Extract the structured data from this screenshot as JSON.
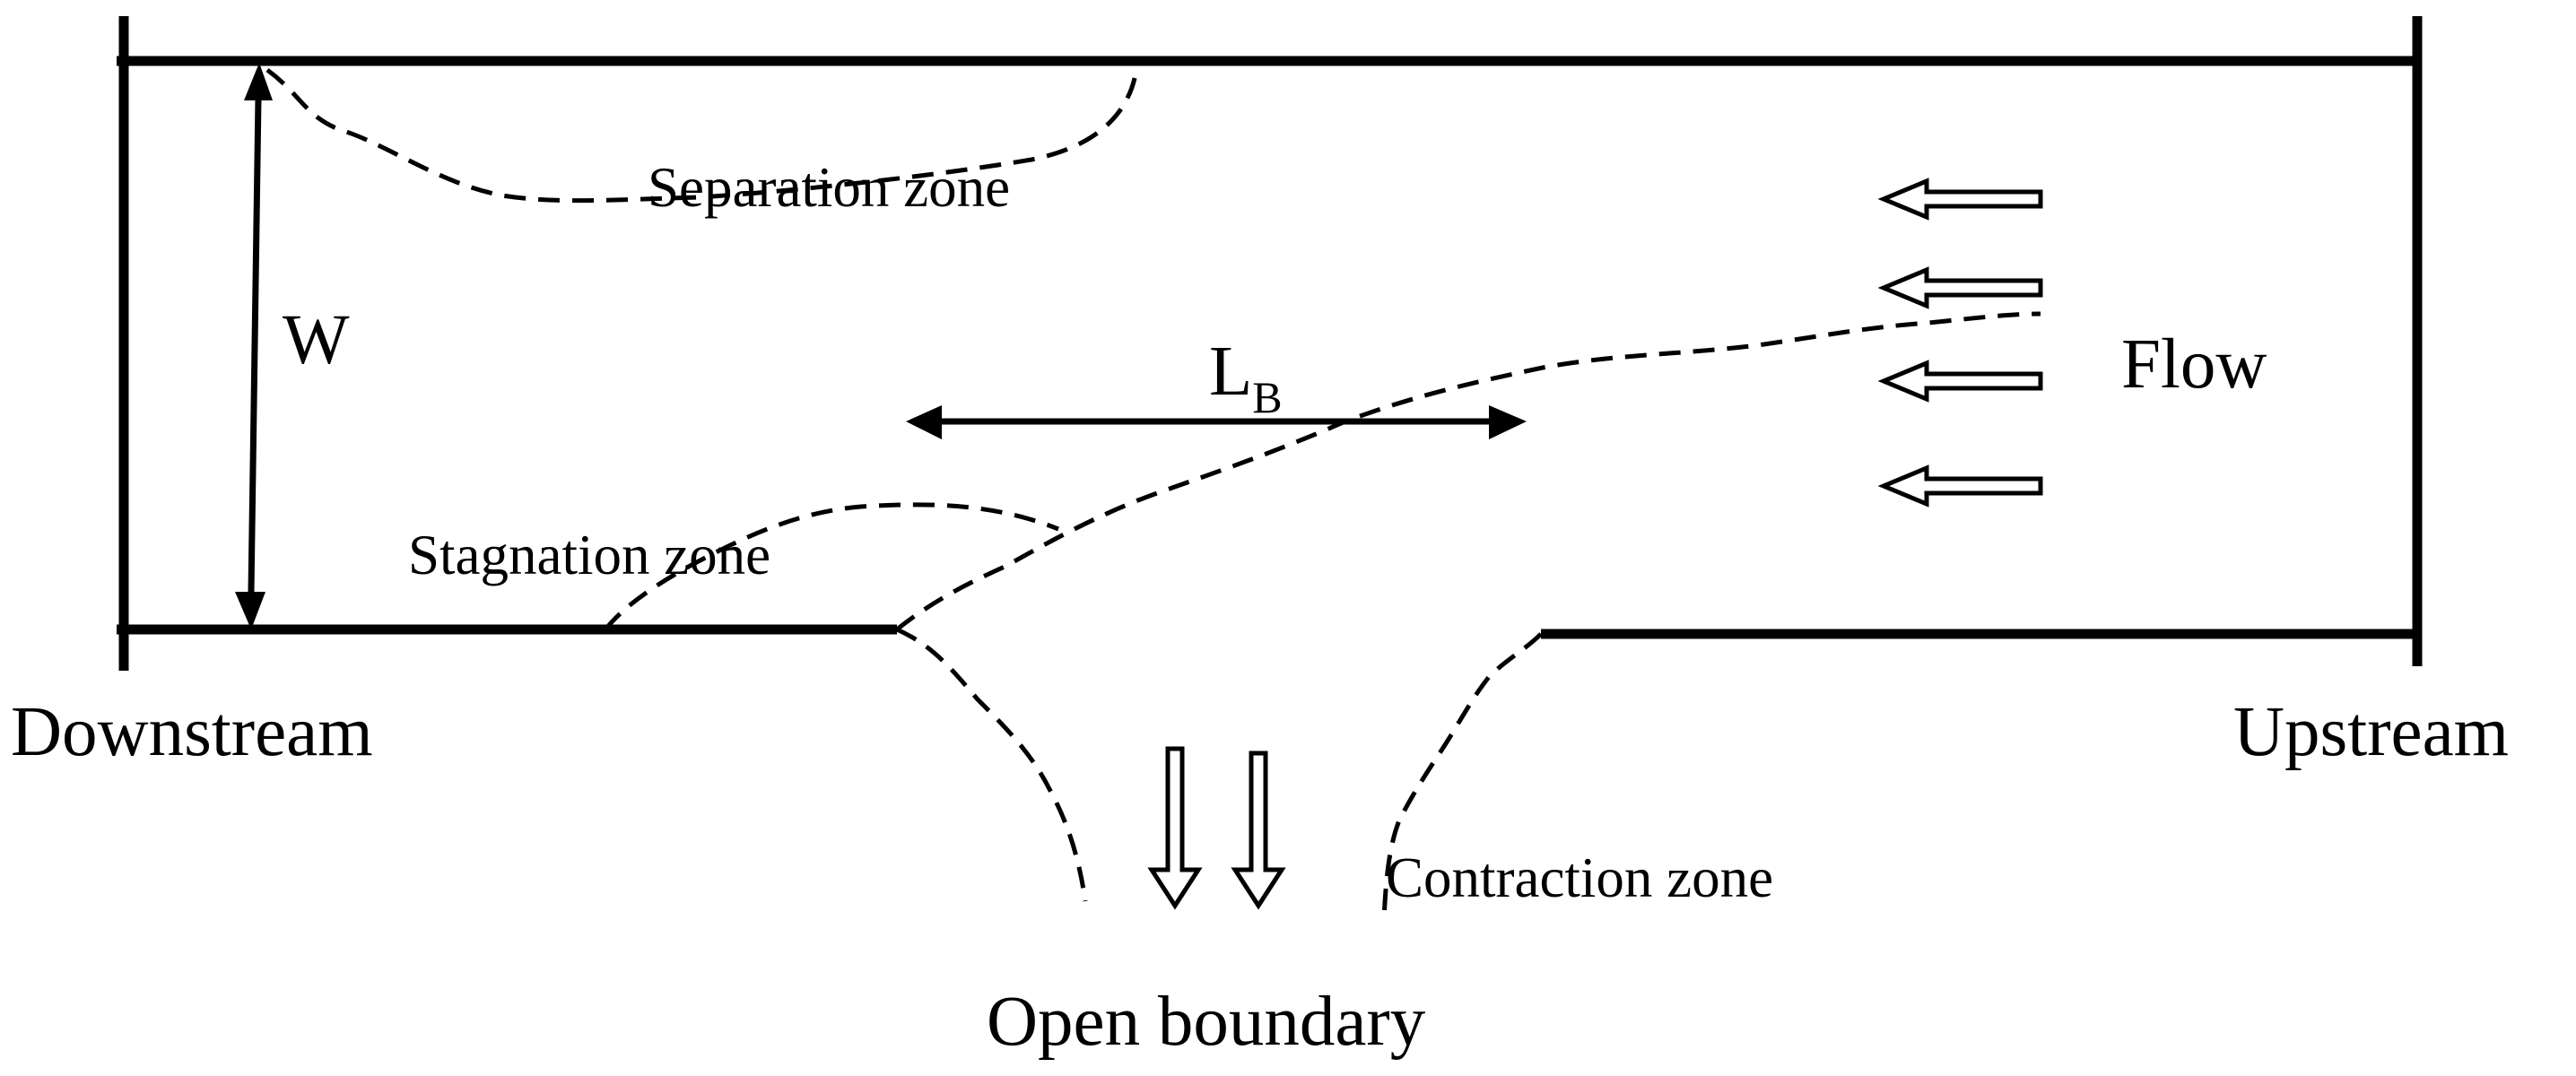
{
  "labels": {
    "separation_zone": "Separation zone",
    "stagnation_zone": "Stagnation zone",
    "contraction_zone": "Contraction zone",
    "width": "W",
    "length_main": "L",
    "length_sub": "B",
    "flow": "Flow",
    "downstream": "Downstream",
    "upstream": "Upstream",
    "open_boundary": "Open boundary"
  }
}
